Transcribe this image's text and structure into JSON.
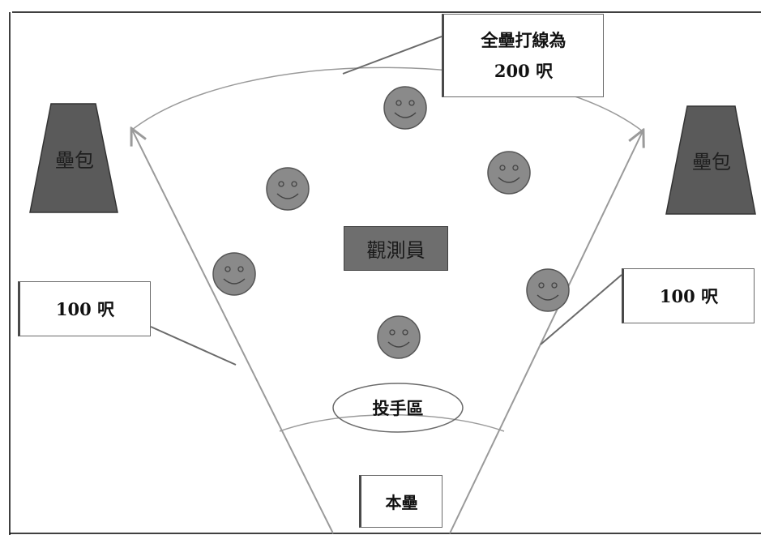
{
  "diagram": {
    "title_line1": "全壘打線為",
    "title_line2": "200 呎",
    "distance_left": "100 呎",
    "distance_right": "100 呎",
    "base_bag_left": "壘包",
    "base_bag_right": "壘包",
    "observer_label": "觀測員",
    "pitcher_mound_label": "投手區",
    "home_plate_label": "本壘",
    "smiley_count": 6
  },
  "colors": {
    "line": "#9a9a9a",
    "bag_fill": "#5a5a5a",
    "observer_fill": "#6e6e6e",
    "smiley_fill": "#8a8a8a"
  }
}
